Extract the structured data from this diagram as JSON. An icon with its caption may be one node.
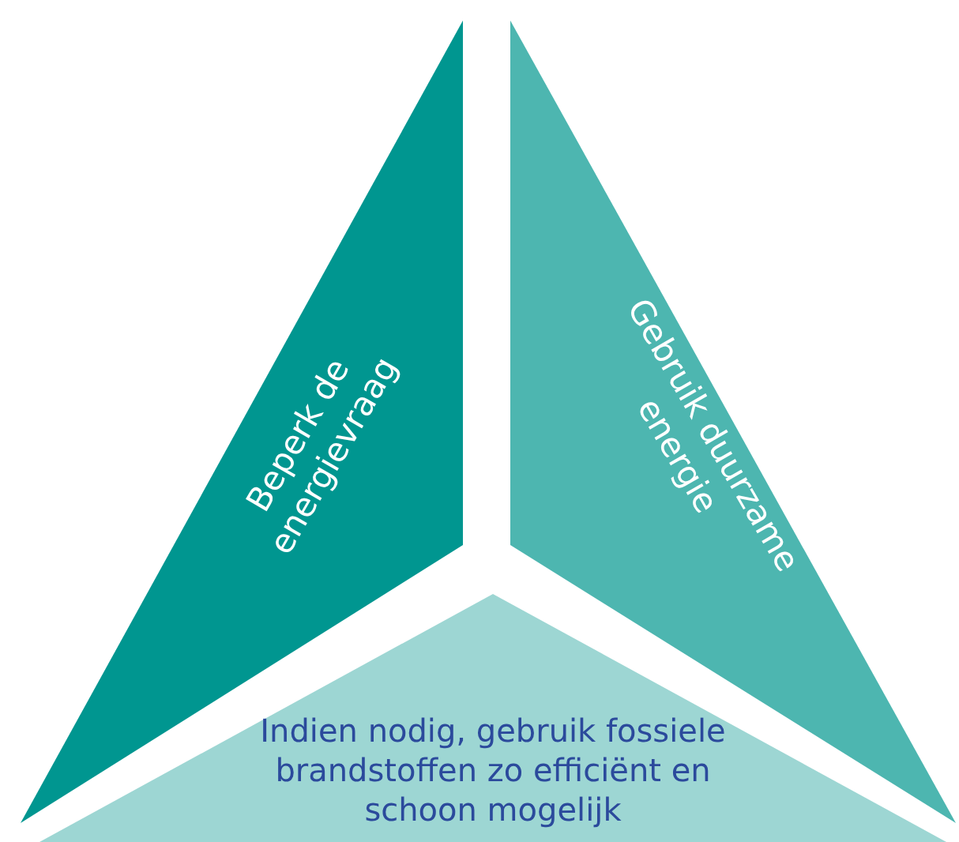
{
  "diagram": {
    "nodes": [
      {
        "text": [
          "Beperk de energievraag"
        ]
      },
      {
        "text": [
          "Gebruik duurzame energie"
        ]
      },
      {
        "text": [
          "Indien nodig, gebruik fossiele brandstoffen zo efficiënt en schoon mogelijk"
        ]
      }
    ]
  }
}
